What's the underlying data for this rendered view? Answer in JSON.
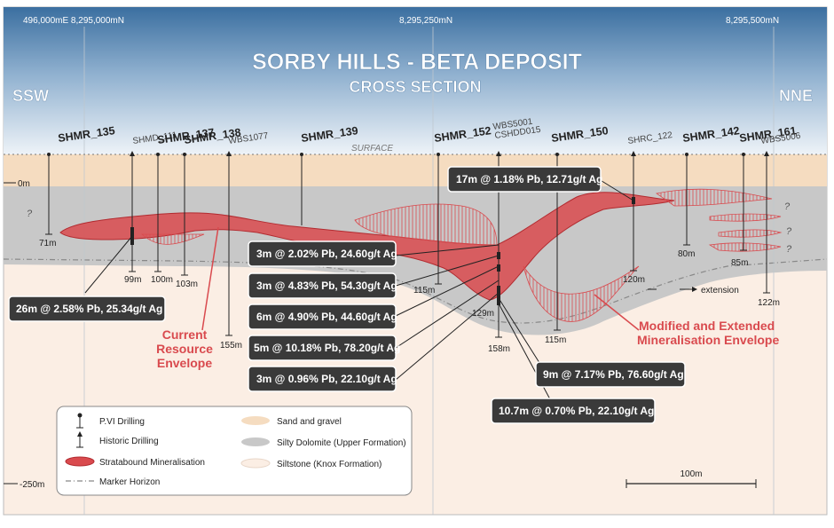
{
  "coords": {
    "left": "496,000mE   8,295,000mN",
    "center": "8,295,250mN",
    "right": "8,295,500mN"
  },
  "title": "SORBY HILLS - BETA DEPOSIT",
  "subtitle": "CROSS SECTION",
  "direction": {
    "left": "SSW",
    "right": "NNE"
  },
  "surface_label": "SURFACE",
  "elevations": {
    "top": "0m",
    "bottom": "-250m"
  },
  "holes": [
    {
      "name": "SHMR_135",
      "depth": "71m"
    },
    {
      "name": "SHMD_111",
      "depth": "99m"
    },
    {
      "name": "SHMR_137",
      "depth": "100m"
    },
    {
      "name": "SHMR_138",
      "depth": "103m"
    },
    {
      "name": "WBS1077",
      "depth": "155m"
    },
    {
      "name": "SHMR_139",
      "depth": ""
    },
    {
      "name": "SHMR_152",
      "depth": "115m"
    },
    {
      "name": "WBS5001",
      "depth": ""
    },
    {
      "name": "CSHDD015",
      "depth": "129m"
    },
    {
      "name": "SHMR_150",
      "depth": "115m"
    },
    {
      "name": "SHRC_122",
      "depth": "120m"
    },
    {
      "name": "SHMR_142",
      "depth": "80m"
    },
    {
      "name": "SHMR_161",
      "depth": "85m"
    },
    {
      "name": "WBS5006",
      "depth": "122m"
    }
  ],
  "extra_depth": "158m",
  "intercepts": [
    "17m @ 1.18% Pb, 12.71g/t Ag",
    "3m @ 2.02% Pb, 24.60g/t Ag",
    "3m @ 4.83% Pb, 54.30g/t Ag",
    "6m @ 4.90% Pb, 44.60g/t Ag",
    "5m @ 10.18% Pb, 78.20g/t Ag",
    "3m @ 0.96% Pb, 22.10g/t Ag",
    "26m @ 2.58% Pb, 25.34g/t Ag",
    "9m @ 7.17% Pb, 76.60g/t Ag",
    "10.7m @ 0.70% Pb, 22.10g/t Ag"
  ],
  "annotations": {
    "current": [
      "Current",
      "Resource",
      "Envelope"
    ],
    "modified": [
      "Modified and Extended",
      "Mineralisation Envelope"
    ],
    "extension": "extension",
    "question": "?"
  },
  "legend": {
    "left": [
      "P.VI Drilling",
      "Historic Drilling",
      "Stratabound Mineralisation",
      "Marker Horizon"
    ],
    "right": [
      "Sand and gravel",
      "Silty Dolomite (Upper Formation)",
      "Siltstone (Knox Formation)"
    ]
  },
  "scale": "100m",
  "colors": {
    "sky_top": "#3a6e9e",
    "sand": "#f5dcc0",
    "dolomite": "#c9c9c9",
    "siltstone": "#fbeee4",
    "mineral": "#d94a4e",
    "title": "#ffffff"
  }
}
